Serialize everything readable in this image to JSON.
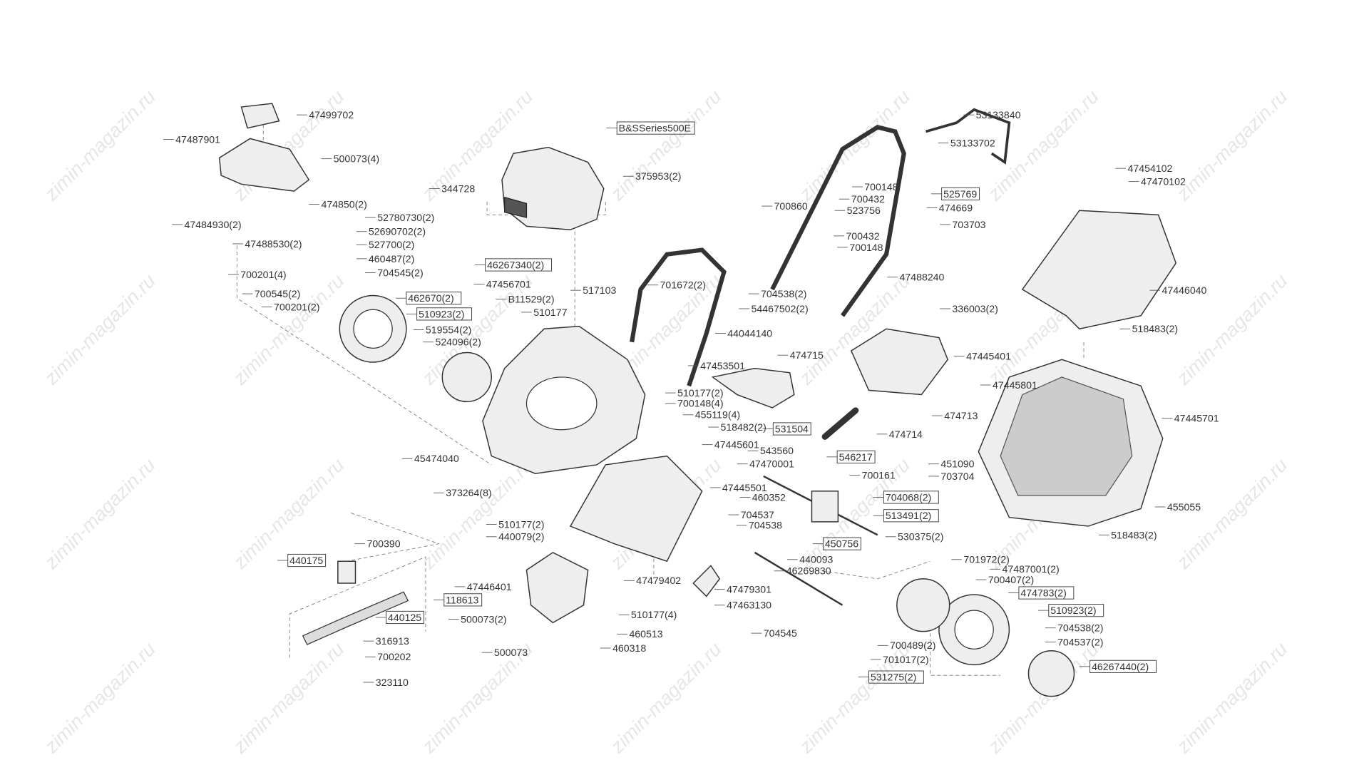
{
  "watermark": "zimin-magazin.ru",
  "labels": [
    "47499702",
    "47487901",
    "500073(4)",
    "47484930(2)",
    "474850(2)",
    "52780730(2)",
    "52690702(2)",
    "527700(2)",
    "47488530(2)",
    "460487(2)",
    "704545(2)",
    "700201(4)",
    "700545(2)",
    "700201(2)",
    "462670(2)",
    "510923(2)",
    "519554(2)",
    "524096(2)",
    "B&SSeries500E",
    "344728",
    "375953(2)",
    "46267340(2)",
    "47456701",
    "B11529(2)",
    "510177",
    "517103",
    "701672(2)",
    "704538(2)",
    "54467502(2)",
    "44044140",
    "47453501",
    "510177(2)",
    "700148(4)",
    "455119(4)",
    "518482(2)",
    "47445601",
    "543560",
    "47470001",
    "45474040",
    "373264(8)",
    "47445501",
    "510177(2)",
    "440079(2)",
    "700390",
    "440175",
    "118613",
    "440125",
    "316913",
    "700202",
    "323110",
    "47446401",
    "500073(2)",
    "500073",
    "47479402",
    "47479301",
    "47463130",
    "510177(4)",
    "704545",
    "460513",
    "460318",
    "53133840",
    "53133702",
    "700148",
    "700432",
    "525769",
    "474669",
    "700860",
    "523756",
    "703703",
    "700432",
    "700148",
    "47488240",
    "47454102",
    "47470102",
    "47446040",
    "336003(2)",
    "518483(2)",
    "474715",
    "47445401",
    "47445801",
    "474713",
    "531504",
    "474714",
    "47445701",
    "546217",
    "451090",
    "700161",
    "703704",
    "460352",
    "704068(2)",
    "513491(2)",
    "704537",
    "704538",
    "530375(2)",
    "450756",
    "440093",
    "46269830",
    "455055",
    "518483(2)",
    "701972(2)",
    "47487001(2)",
    "700407(2)",
    "474783(2)",
    "510923(2)",
    "704538(2)",
    "704537(2)",
    "46267440(2)",
    "700489(2)",
    "701017(2)",
    "531275(2)"
  ]
}
